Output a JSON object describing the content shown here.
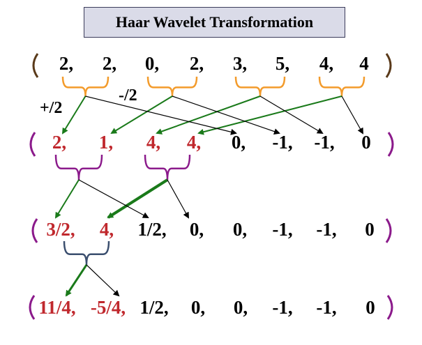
{
  "title": "Haar Wavelet Transformation",
  "operations": {
    "average": "+/2",
    "difference": "-/2"
  },
  "colors": {
    "highlight_text": "#c0282d",
    "plain_text": "#000000",
    "title_bg": "#dadbe8",
    "bracket_level0": "#5a3a1a",
    "bracket_level123": "#8b1a8b",
    "pair_brace_level0": "#f39b2b",
    "pair_brace_level1": "#8b1a8b",
    "pair_brace_level2": "#3a4e6e",
    "average_arrow": "#1a7a1a",
    "difference_arrow": "#000000"
  },
  "rows": [
    {
      "name": "level-0",
      "values": [
        "2,",
        "2,",
        "0,",
        "2,",
        "3,",
        "5,",
        "4,",
        "4"
      ],
      "red_count": 0
    },
    {
      "name": "level-1",
      "values": [
        "2,",
        "1,",
        "4,",
        "4,",
        "0,",
        "-1,",
        "-1,",
        "0"
      ],
      "red_count": 4
    },
    {
      "name": "level-2",
      "values": [
        "3/2,",
        "4,",
        "1/2,",
        "0,",
        "0,",
        "-1,",
        "-1,",
        "0"
      ],
      "red_count": 2
    },
    {
      "name": "level-3",
      "values": [
        "11/4,",
        "-5/4,",
        "1/2,",
        "0,",
        "0,",
        "-1,",
        "-1,",
        "0"
      ],
      "red_count": 2
    }
  ]
}
